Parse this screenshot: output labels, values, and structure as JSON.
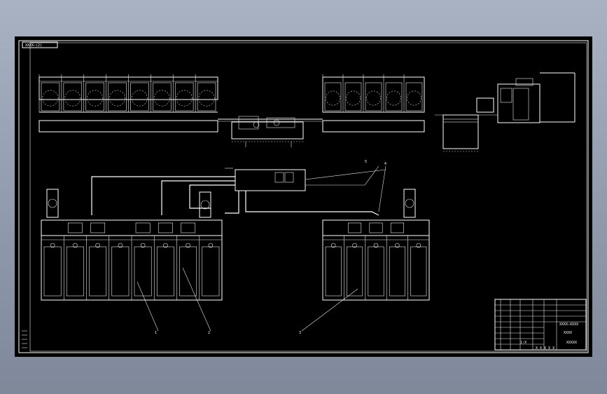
{
  "drawing": {
    "header_tag": "XXXX—(2)",
    "callouts": [
      "1",
      "2",
      "3",
      "4",
      "5"
    ],
    "title_block": {
      "project_name": "XXXX—XXXX",
      "drawing_title": "XXXX",
      "drawing_no": "XXXXX",
      "scale": "1:X",
      "sheet": "X X X X X"
    }
  },
  "colors": {
    "background": "#8e98aa",
    "sheet": "#000000",
    "lines": "#ffffff"
  }
}
